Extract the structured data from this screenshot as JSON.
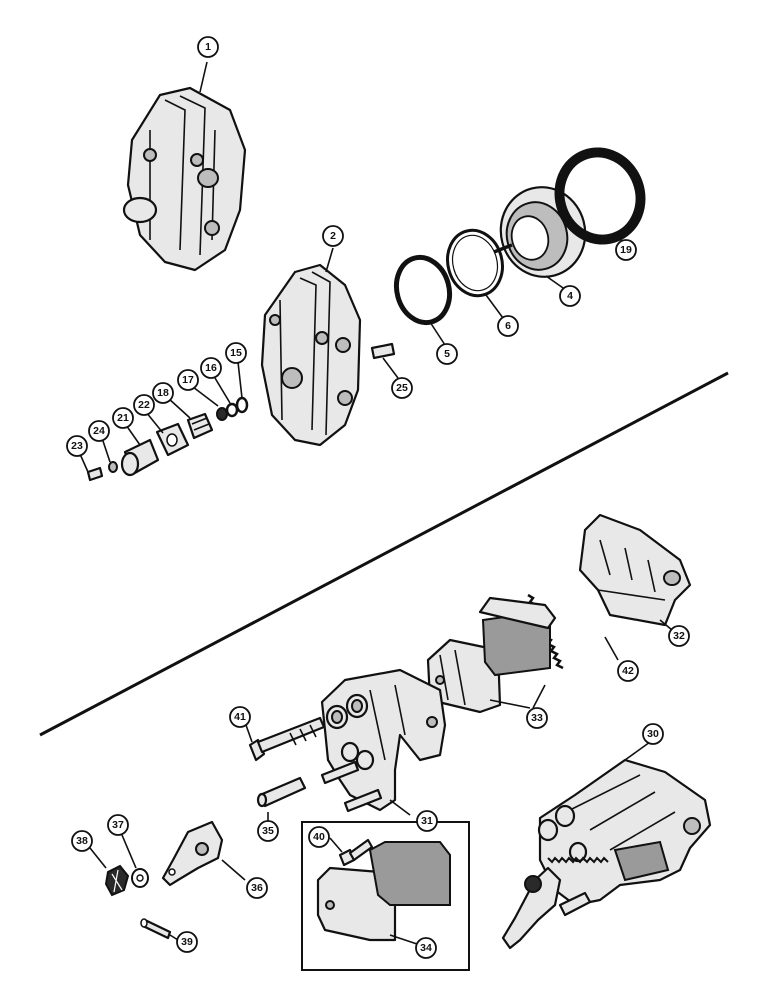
{
  "callouts": {
    "c1": "1",
    "c2": "2",
    "c4": "4",
    "c5": "5",
    "c6": "6",
    "c15": "15",
    "c16": "16",
    "c17": "17",
    "c18": "18",
    "c19": "19",
    "c21": "21",
    "c22": "22",
    "c23": "23",
    "c24": "24",
    "c25": "25",
    "c30": "30",
    "c31": "31",
    "c32": "32",
    "c33": "33",
    "c34": "34",
    "c35": "35",
    "c36": "36",
    "c37": "37",
    "c38": "38",
    "c39": "39",
    "c40": "40",
    "c41": "41",
    "c42": "42"
  }
}
